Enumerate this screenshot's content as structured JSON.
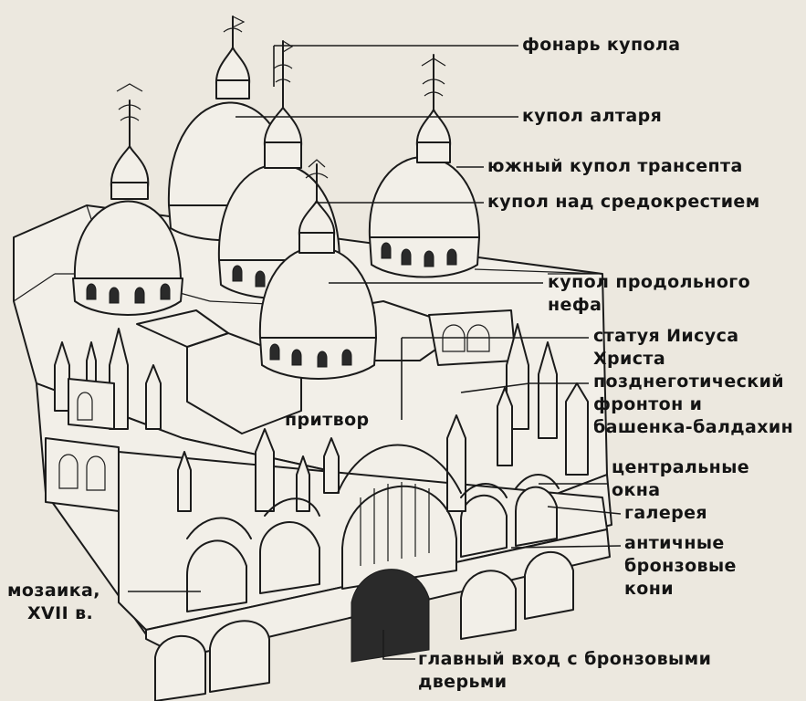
{
  "labels": {
    "lantern": "фонарь купола",
    "altar_dome": "купол алтаря",
    "south_transept_dome": "южный купол трансепта",
    "crossing_dome": "купол над средокрестием",
    "nave_dome_1": "купол продольного",
    "nave_dome_2": "нефа",
    "christ_statue_1": "статуя Иисуса",
    "christ_statue_2": "Христа",
    "gothic_1": "позднеготический",
    "gothic_2": "фронтон и",
    "gothic_3": "башенка-балдахин",
    "windows_1": "центральные",
    "windows_2": "окна",
    "gallery": "галерея",
    "horses_1": "античные",
    "horses_2": "бронзовые",
    "horses_3": "кони",
    "narthex": "притвор",
    "mosaic_1": "мозаика,",
    "mosaic_2": "XVII в.",
    "entrance_1": "главный вход с бронзовыми",
    "entrance_2": "дверьми"
  }
}
